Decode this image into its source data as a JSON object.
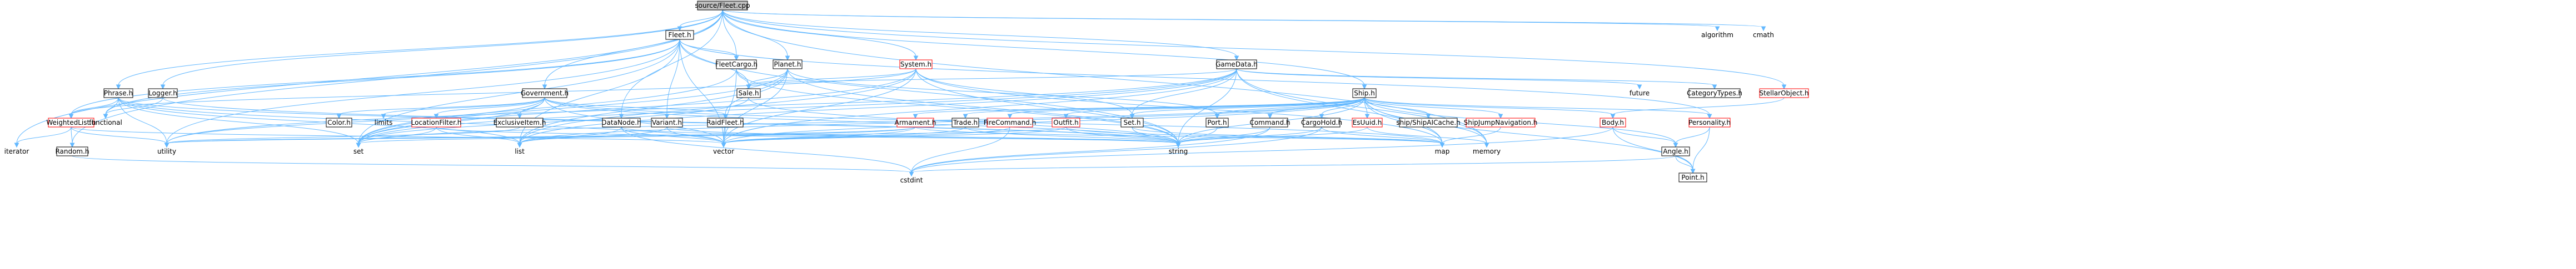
{
  "graph": {
    "colors": {
      "node_fill": "#ffffff",
      "root_fill": "#bfbfbf",
      "node_stroke": "#000000",
      "linked_stroke": "#ff0000",
      "edge": "#63b8ff",
      "text": "#000000"
    },
    "nodes": [
      {
        "id": "root",
        "label": "source/Fleet.cpp",
        "root": true
      },
      {
        "id": "fleet_h",
        "label": "Fleet.h"
      },
      {
        "id": "algorithm",
        "label": "algorithm",
        "plain": true
      },
      {
        "id": "cmath",
        "label": "cmath",
        "plain": true
      },
      {
        "id": "fleetcargo_h",
        "label": "FleetCargo.h"
      },
      {
        "id": "planet_h",
        "label": "Planet.h"
      },
      {
        "id": "system_h",
        "label": "System.h",
        "red": true
      },
      {
        "id": "gamedata_h",
        "label": "GameData.h"
      },
      {
        "id": "phrase_h",
        "label": "Phrase.h"
      },
      {
        "id": "logger_h",
        "label": "Logger.h"
      },
      {
        "id": "sale_h",
        "label": "Sale.h"
      },
      {
        "id": "government_h",
        "label": "Government.h"
      },
      {
        "id": "ship_h",
        "label": "Ship.h"
      },
      {
        "id": "future",
        "label": "future",
        "plain": true
      },
      {
        "id": "categorytypes_h",
        "label": "CategoryTypes.h"
      },
      {
        "id": "stellarobject_h",
        "label": "StellarObject.h",
        "red": true
      },
      {
        "id": "weightedlist_h",
        "label": "WeightedList.h",
        "red": true
      },
      {
        "id": "functional",
        "label": "functional",
        "plain": true
      },
      {
        "id": "color_h",
        "label": "Color.h"
      },
      {
        "id": "limits",
        "label": "limits",
        "plain": true
      },
      {
        "id": "locationfilter_h",
        "label": "LocationFilter.h",
        "red": true
      },
      {
        "id": "exclusiveitem_h",
        "label": "ExclusiveItem.h"
      },
      {
        "id": "datanode_h",
        "label": "DataNode.h"
      },
      {
        "id": "variant_h",
        "label": "Variant.h"
      },
      {
        "id": "raidfleet_h",
        "label": "RaidFleet.h"
      },
      {
        "id": "armament_h",
        "label": "Armament.h",
        "red": true
      },
      {
        "id": "trade_h",
        "label": "Trade.h"
      },
      {
        "id": "firecommand_h",
        "label": "FireCommand.h",
        "red": true
      },
      {
        "id": "outfit_h",
        "label": "Outfit.h",
        "red": true
      },
      {
        "id": "set_h",
        "label": "Set.h"
      },
      {
        "id": "port_h",
        "label": "Port.h"
      },
      {
        "id": "command_h",
        "label": "Command.h"
      },
      {
        "id": "cargohold_h",
        "label": "CargoHold.h"
      },
      {
        "id": "esuuid_h",
        "label": "EsUuid.h",
        "red": true
      },
      {
        "id": "shipaicache_h",
        "label": "ship/ShipAICache.h"
      },
      {
        "id": "shipjumpnav_h",
        "label": "ShipJumpNavigation.h",
        "red": true
      },
      {
        "id": "body_h",
        "label": "Body.h",
        "red": true
      },
      {
        "id": "personality_h",
        "label": "Personality.h",
        "red": true
      },
      {
        "id": "iterator",
        "label": "iterator",
        "plain": true
      },
      {
        "id": "random_h",
        "label": "Random.h"
      },
      {
        "id": "utility",
        "label": "utility",
        "plain": true
      },
      {
        "id": "set",
        "label": "set",
        "plain": true
      },
      {
        "id": "list",
        "label": "list",
        "plain": true
      },
      {
        "id": "vector",
        "label": "vector",
        "plain": true
      },
      {
        "id": "string",
        "label": "string",
        "plain": true
      },
      {
        "id": "map",
        "label": "map",
        "plain": true
      },
      {
        "id": "memory",
        "label": "memory",
        "plain": true
      },
      {
        "id": "angle_h",
        "label": "Angle.h"
      },
      {
        "id": "point_h",
        "label": "Point.h"
      },
      {
        "id": "cstdint",
        "label": "cstdint",
        "plain": true
      }
    ],
    "edges": [
      [
        "root",
        "fleet_h"
      ],
      [
        "root",
        "algorithm"
      ],
      [
        "root",
        "cmath"
      ],
      [
        "root",
        "fleetcargo_h"
      ],
      [
        "root",
        "planet_h"
      ],
      [
        "root",
        "system_h"
      ],
      [
        "root",
        "gamedata_h"
      ],
      [
        "root",
        "phrase_h"
      ],
      [
        "root",
        "logger_h"
      ],
      [
        "root",
        "government_h"
      ],
      [
        "root",
        "ship_h"
      ],
      [
        "root",
        "stellarobject_h"
      ],
      [
        "root",
        "datanode_h"
      ],
      [
        "root",
        "random_h"
      ],
      [
        "root",
        "iterator"
      ],
      [
        "root",
        "memory"
      ],
      [
        "fleet_h",
        "fleetcargo_h"
      ],
      [
        "fleet_h",
        "personality_h"
      ],
      [
        "fleet_h",
        "sale_h"
      ],
      [
        "fleet_h",
        "variant_h"
      ],
      [
        "fleet_h",
        "weightedlist_h"
      ],
      [
        "fleet_h",
        "set"
      ],
      [
        "fleet_h",
        "list"
      ],
      [
        "fleet_h",
        "vector"
      ],
      [
        "fleet_h",
        "string"
      ],
      [
        "fleet_h",
        "functional"
      ],
      [
        "fleet_h",
        "utility"
      ],
      [
        "fleetcargo_h",
        "sale_h"
      ],
      [
        "fleetcargo_h",
        "set"
      ],
      [
        "fleetcargo_h",
        "string"
      ],
      [
        "fleetcargo_h",
        "vector"
      ],
      [
        "planet_h",
        "sale_h"
      ],
      [
        "planet_h",
        "raidfleet_h"
      ],
      [
        "planet_h",
        "list"
      ],
      [
        "planet_h",
        "set"
      ],
      [
        "planet_h",
        "string"
      ],
      [
        "planet_h",
        "vector"
      ],
      [
        "planet_h",
        "port_h"
      ],
      [
        "system_h",
        "sale_h"
      ],
      [
        "system_h",
        "set_h"
      ],
      [
        "system_h",
        "set"
      ],
      [
        "system_h",
        "string"
      ],
      [
        "system_h",
        "vector"
      ],
      [
        "system_h",
        "list"
      ],
      [
        "system_h",
        "map"
      ],
      [
        "system_h",
        "weightedlist_h"
      ],
      [
        "gamedata_h",
        "set_h"
      ],
      [
        "gamedata_h",
        "sale_h"
      ],
      [
        "gamedata_h",
        "future"
      ],
      [
        "gamedata_h",
        "categorytypes_h"
      ],
      [
        "gamedata_h",
        "map"
      ],
      [
        "gamedata_h",
        "memory"
      ],
      [
        "gamedata_h",
        "string"
      ],
      [
        "gamedata_h",
        "vector"
      ],
      [
        "gamedata_h",
        "set"
      ],
      [
        "gamedata_h",
        "list"
      ],
      [
        "gamedata_h",
        "utility"
      ],
      [
        "phrase_h",
        "weightedlist_h"
      ],
      [
        "phrase_h",
        "functional"
      ],
      [
        "phrase_h",
        "set"
      ],
      [
        "phrase_h",
        "string"
      ],
      [
        "phrase_h",
        "utility"
      ],
      [
        "phrase_h",
        "vector"
      ],
      [
        "phrase_h",
        "list"
      ],
      [
        "logger_h",
        "functional"
      ],
      [
        "logger_h",
        "string"
      ],
      [
        "sale_h",
        "set"
      ],
      [
        "sale_h",
        "string"
      ],
      [
        "government_h",
        "color_h"
      ],
      [
        "government_h",
        "limits"
      ],
      [
        "government_h",
        "locationfilter_h"
      ],
      [
        "government_h",
        "exclusiveitem_h"
      ],
      [
        "government_h",
        "raidfleet_h"
      ],
      [
        "government_h",
        "map"
      ],
      [
        "government_h",
        "set"
      ],
      [
        "government_h",
        "string"
      ],
      [
        "government_h",
        "vector"
      ],
      [
        "government_h",
        "utility"
      ],
      [
        "ship_h",
        "armament_h"
      ],
      [
        "ship_h",
        "trade_h"
      ],
      [
        "ship_h",
        "firecommand_h"
      ],
      [
        "ship_h",
        "outfit_h"
      ],
      [
        "ship_h",
        "set_h"
      ],
      [
        "ship_h",
        "port_h"
      ],
      [
        "ship_h",
        "command_h"
      ],
      [
        "ship_h",
        "cargohold_h"
      ],
      [
        "ship_h",
        "esuuid_h"
      ],
      [
        "ship_h",
        "shipaicache_h"
      ],
      [
        "ship_h",
        "shipjumpnav_h"
      ],
      [
        "ship_h",
        "body_h"
      ],
      [
        "ship_h",
        "personality_h"
      ],
      [
        "ship_h",
        "angle_h"
      ],
      [
        "ship_h",
        "point_h"
      ],
      [
        "ship_h",
        "map"
      ],
      [
        "ship_h",
        "memory"
      ],
      [
        "ship_h",
        "set"
      ],
      [
        "ship_h",
        "string"
      ],
      [
        "ship_h",
        "vector"
      ],
      [
        "ship_h",
        "list"
      ],
      [
        "stellarobject_h",
        "body_h"
      ],
      [
        "weightedlist_h",
        "random_h"
      ],
      [
        "weightedlist_h",
        "iterator"
      ],
      [
        "weightedlist_h",
        "utility"
      ],
      [
        "weightedlist_h",
        "vector"
      ],
      [
        "locationfilter_h",
        "set"
      ],
      [
        "locationfilter_h",
        "list"
      ],
      [
        "locationfilter_h",
        "string"
      ],
      [
        "exclusiveitem_h",
        "utility"
      ],
      [
        "datanode_h",
        "list"
      ],
      [
        "datanode_h",
        "string"
      ],
      [
        "datanode_h",
        "vector"
      ],
      [
        "datanode_h",
        "cstdint"
      ],
      [
        "variant_h",
        "string"
      ],
      [
        "variant_h",
        "vector"
      ],
      [
        "variant_h",
        "list"
      ],
      [
        "raidfleet_h",
        "vector"
      ],
      [
        "armament_h",
        "vector"
      ],
      [
        "armament_h",
        "set"
      ],
      [
        "armament_h",
        "map"
      ],
      [
        "armament_h",
        "utility"
      ],
      [
        "trade_h",
        "vector"
      ],
      [
        "trade_h",
        "string"
      ],
      [
        "firecommand_h",
        "vector"
      ],
      [
        "firecommand_h",
        "cstdint"
      ],
      [
        "outfit_h",
        "map"
      ],
      [
        "outfit_h",
        "string"
      ],
      [
        "outfit_h",
        "vector"
      ],
      [
        "outfit_h",
        "utility"
      ],
      [
        "set_h",
        "map"
      ],
      [
        "set_h",
        "string"
      ],
      [
        "port_h",
        "string"
      ],
      [
        "command_h",
        "cstdint"
      ],
      [
        "command_h",
        "string"
      ],
      [
        "cargohold_h",
        "map"
      ],
      [
        "cargohold_h",
        "string"
      ],
      [
        "cargohold_h",
        "cstdint"
      ],
      [
        "esuuid_h",
        "memory"
      ],
      [
        "esuuid_h",
        "string"
      ],
      [
        "shipjumpnav_h",
        "map"
      ],
      [
        "body_h",
        "angle_h"
      ],
      [
        "body_h",
        "point_h"
      ],
      [
        "body_h",
        "cstdint"
      ],
      [
        "personality_h",
        "angle_h"
      ],
      [
        "personality_h",
        "point_h"
      ],
      [
        "random_h",
        "cstdint"
      ],
      [
        "angle_h",
        "point_h"
      ],
      [
        "angle_h",
        "cstdint"
      ]
    ]
  }
}
